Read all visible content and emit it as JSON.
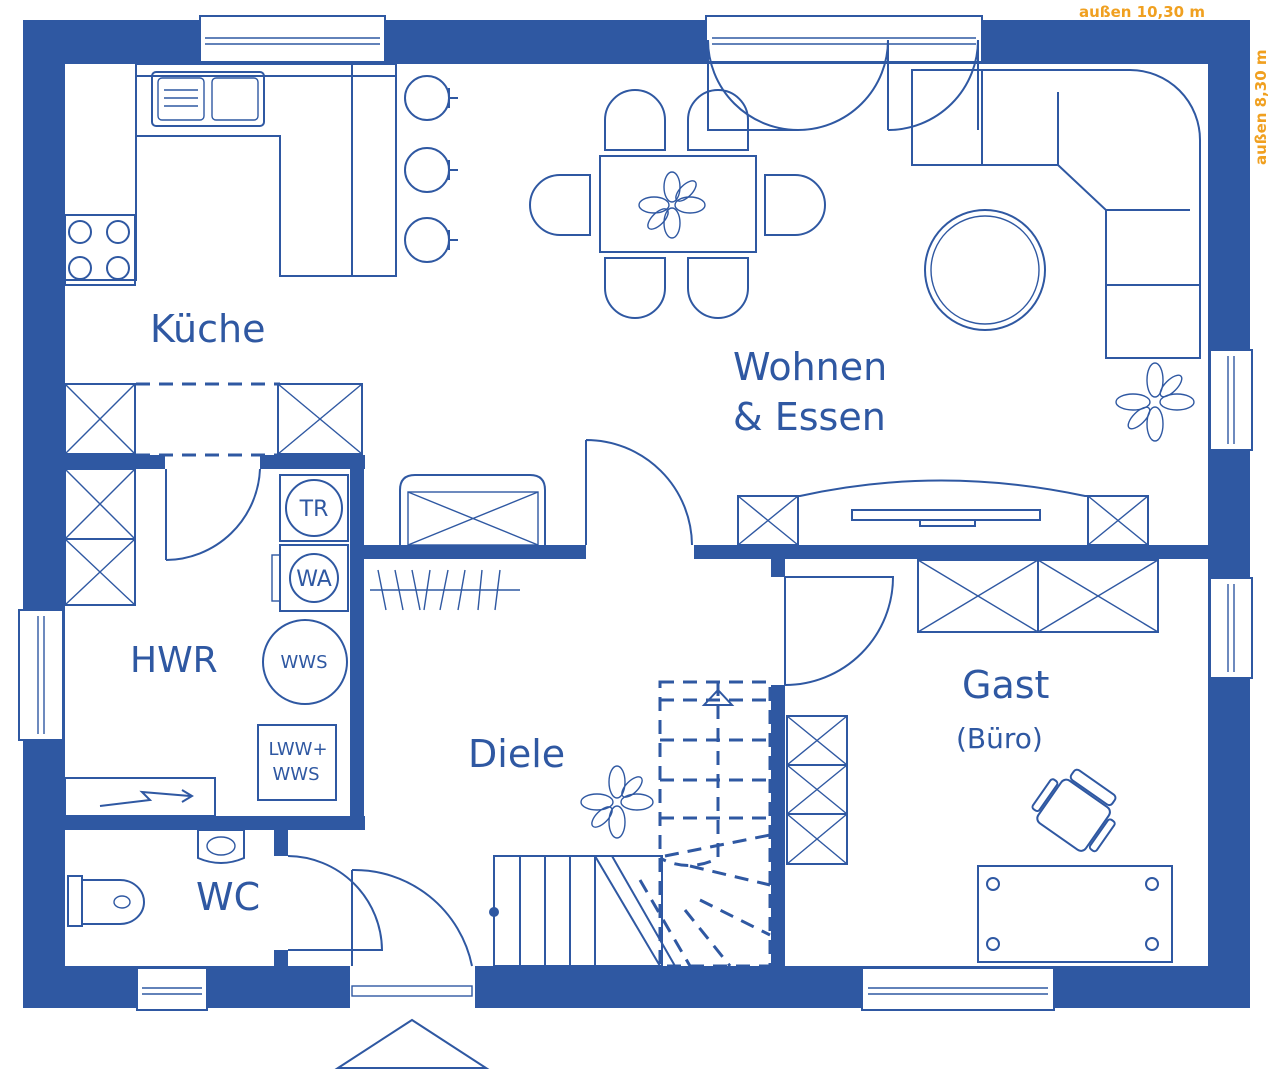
{
  "dimensions": {
    "width_label": "außen 10,30 m",
    "depth_label": "außen 8,30 m"
  },
  "rooms": {
    "kitchen": "Küche",
    "living_line1": "Wohnen",
    "living_line2": "& Essen",
    "utility": "HWR",
    "hall": "Diele",
    "guest": "Gast",
    "guest_sub": "(Büro)",
    "wc": "WC"
  },
  "fixtures": {
    "dryer": "TR",
    "washer": "WA",
    "water_heater": "WWS",
    "heat_pump_line1": "LWW+",
    "heat_pump_line2": "WWS"
  },
  "colors": {
    "plan": "#2f58a2",
    "dimension": "#f0a020",
    "background": "#ffffff"
  }
}
